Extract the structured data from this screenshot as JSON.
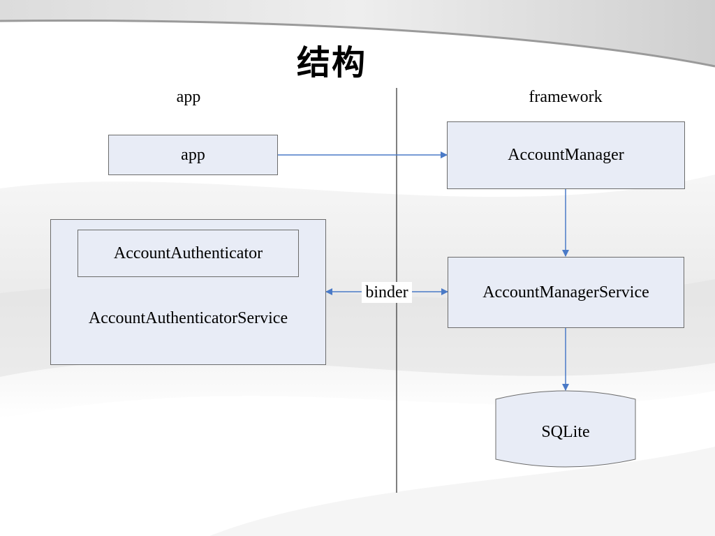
{
  "title": "结构",
  "columns": {
    "left": "app",
    "right": "framework"
  },
  "nodes": {
    "app": "app",
    "account_manager": "AccountManager",
    "account_authenticator": "AccountAuthenticator",
    "account_authenticator_service": "AccountAuthenticatorService",
    "account_manager_service": "AccountManagerService",
    "sqlite": "SQLite"
  },
  "edges": {
    "binder": "binder"
  },
  "colors": {
    "box_fill": "#e8ecf6",
    "arrow": "#4a7ac7",
    "divider": "#555555"
  }
}
